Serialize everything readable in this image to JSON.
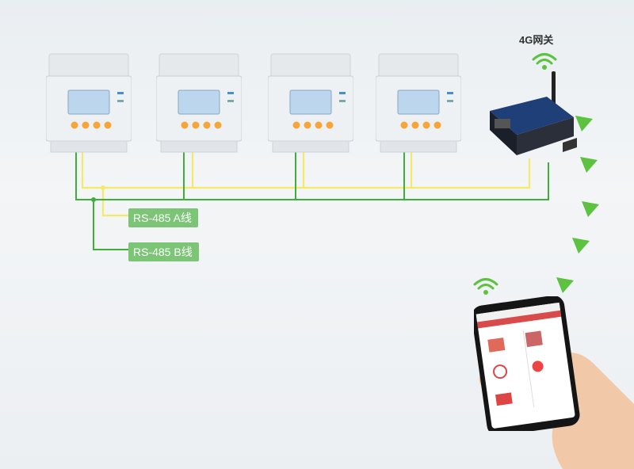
{
  "gateway": {
    "label": "4G网关"
  },
  "bus_labels": {
    "a": "RS-485 A线",
    "b": "RS-485 B线"
  },
  "meters": [
    {
      "id": "meter-1"
    },
    {
      "id": "meter-2"
    },
    {
      "id": "meter-3"
    },
    {
      "id": "meter-4"
    }
  ],
  "colors": {
    "bus_a": "#f5e96a",
    "bus_b": "#3fae3a",
    "label_bg": "#7cc576",
    "arrow": "#5cc23f"
  },
  "icons": [
    "wifi-icon",
    "chevron-down-icon",
    "wifi-icon"
  ]
}
